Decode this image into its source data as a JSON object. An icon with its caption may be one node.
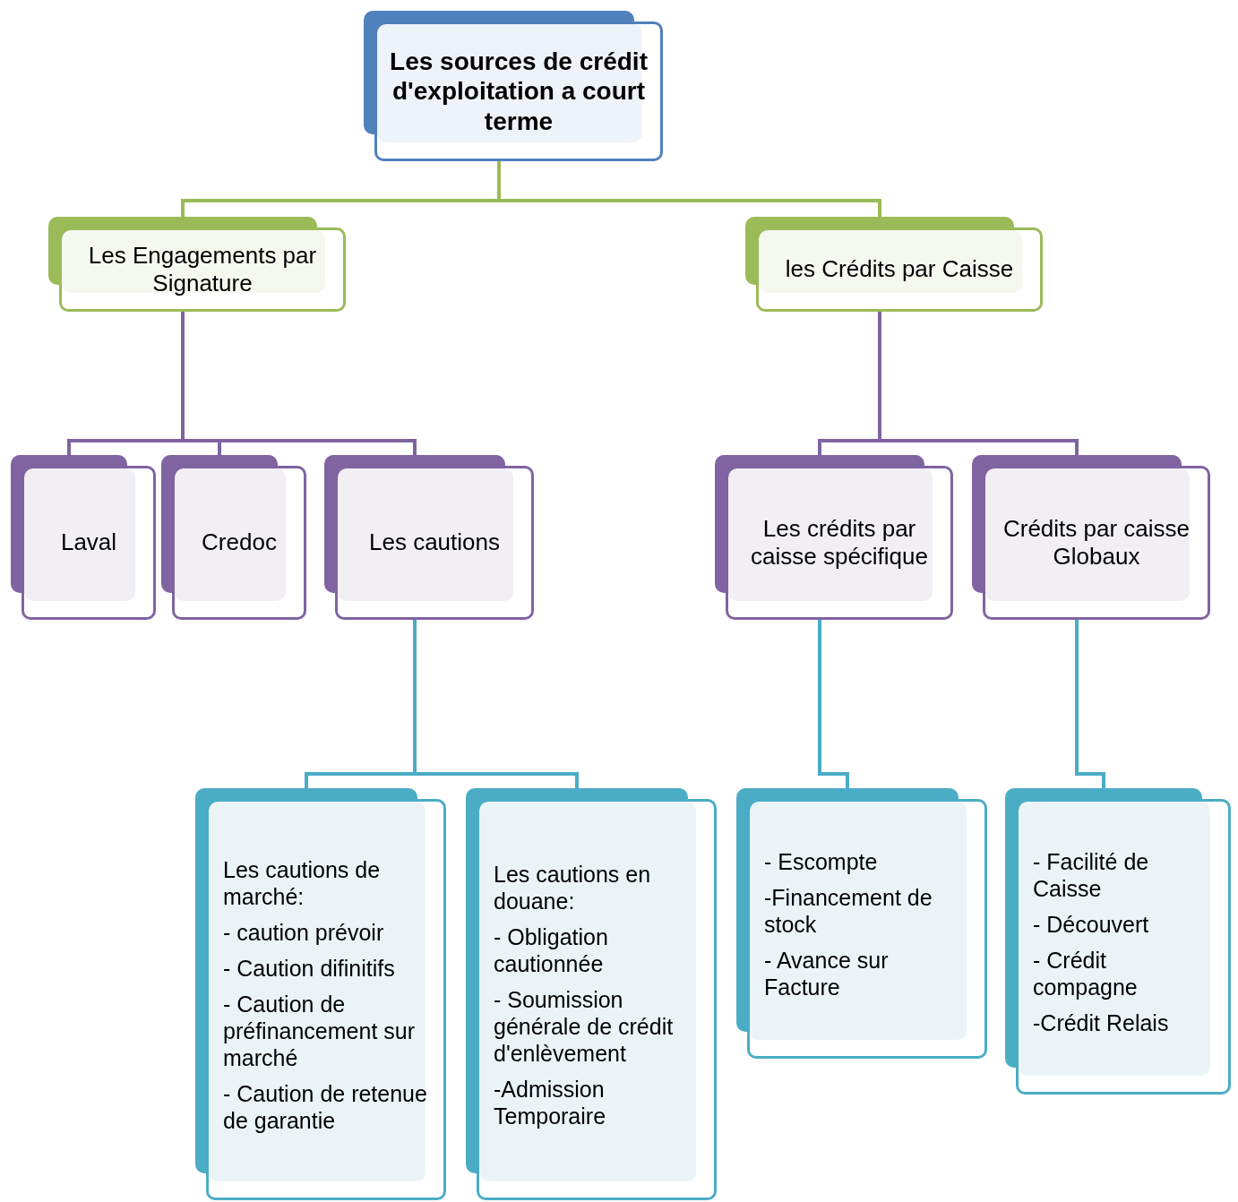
{
  "diagram": {
    "nodes": [
      {
        "text": [
          "Les sources de crédit d'exploitation a court terme"
        ]
      },
      {
        "text": [
          "Les Engagements par Signature"
        ]
      },
      {
        "text": [
          "les Crédits par Caisse"
        ]
      },
      {
        "text": [
          "Laval"
        ]
      },
      {
        "text": [
          "Credoc"
        ]
      },
      {
        "text": [
          "Les cautions"
        ]
      },
      {
        "text": [
          "Les crédits par caisse spécifique"
        ]
      },
      {
        "text": [
          "Crédits par caisse Globaux"
        ]
      },
      {
        "text": [
          "Les cautions de marché:",
          "- caution prévoir",
          "- Caution difinitifs",
          "- Caution de préfinancement sur marché",
          "- Caution de retenue de garantie"
        ]
      },
      {
        "text": [
          "Les cautions en douane:",
          "- Obligation cautionnée",
          "- Soumission générale de crédit d'enlèvement",
          "-Admission Temporaire"
        ]
      },
      {
        "text": [
          "- Escompte",
          "-Financement de stock",
          "- Avance sur Facture"
        ]
      },
      {
        "text": [
          "- Facilité de Caisse",
          "- Découvert",
          "- Crédit compagne",
          "-Crédit Relais"
        ]
      }
    ],
    "edges": [
      {
        "from": 0,
        "to": 1,
        "arrow": "none",
        "color": "#9bbb59"
      },
      {
        "from": 0,
        "to": 2,
        "arrow": "none",
        "color": "#9bbb59"
      },
      {
        "from": 1,
        "to": 3,
        "arrow": "none"
      },
      {
        "from": 1,
        "to": 4,
        "arrow": "none"
      },
      {
        "from": 1,
        "to": 5,
        "arrow": "none"
      },
      {
        "from": 2,
        "to": 6,
        "arrow": "none"
      },
      {
        "from": 2,
        "to": 7,
        "arrow": "none"
      },
      {
        "from": 5,
        "to": 8,
        "arrow": "none",
        "color": "#4bacc6"
      },
      {
        "from": 5,
        "to": 9,
        "arrow": "none",
        "color": "#4bacc6"
      },
      {
        "from": 6,
        "to": 10,
        "arrow": "none",
        "color": "#4bacc6"
      },
      {
        "from": 7,
        "to": 11,
        "arrow": "none",
        "color": "#4bacc6"
      }
    ]
  }
}
